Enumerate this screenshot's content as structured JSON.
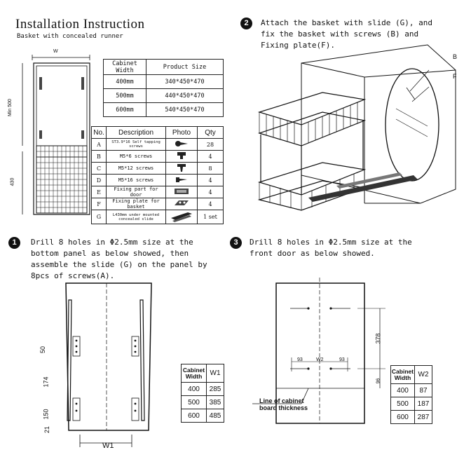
{
  "header": {
    "title": "Installation Instruction",
    "subtitle": "Basket with concealed runner"
  },
  "front_view": {
    "width_label": "W",
    "min_label": "Min 500",
    "height_label": "430"
  },
  "size_table": {
    "headers": [
      "Cabinet Width",
      "Product Size"
    ],
    "rows": [
      [
        "400mm",
        "340*450*470"
      ],
      [
        "500mm",
        "440*450*470"
      ],
      [
        "600mm",
        "540*450*470"
      ]
    ]
  },
  "parts_table": {
    "headers": [
      "No.",
      "Description",
      "Photo",
      "Qty"
    ],
    "rows": [
      {
        "no": "A",
        "desc": "ST3.9*16 Self tapping screws",
        "qty": "28"
      },
      {
        "no": "B",
        "desc": "M5*6 screws",
        "qty": "4"
      },
      {
        "no": "C",
        "desc": "M5*12 screws",
        "qty": "8"
      },
      {
        "no": "D",
        "desc": "M5*16 screws",
        "qty": "4"
      },
      {
        "no": "E",
        "desc": "Fixing part for door",
        "qty": "4"
      },
      {
        "no": "F",
        "desc": "Fixing plate for basket",
        "qty": "4"
      },
      {
        "no": "G",
        "desc": "L430mm under mounted concealed slide",
        "qty": "1 set"
      }
    ]
  },
  "step2": {
    "number": "2",
    "line1": "Attach the basket with slide (G), and",
    "line2": "fix the basket with screws (B) and",
    "line3": "Fixing plate(F).",
    "label_b": "B",
    "label_f": "F"
  },
  "step1": {
    "number": "1",
    "line1": "Drill 8 holes in Φ2.5mm size at the",
    "line2": "bottom panel as below showed, then",
    "line3": "assemble the slide (G) on the panel by",
    "line4": "8pcs of screws(A).",
    "dim_50": "50",
    "dim_174": "174",
    "dim_150": "150",
    "dim_21": "21",
    "w1_label": "W1"
  },
  "step3": {
    "number": "3",
    "line1": "Drill 8 holes in Φ2.5mm size at the",
    "line2": "front door as below showed.",
    "dim_378": "378",
    "dim_93a": "93",
    "dim_93b": "93",
    "dim_w2": "W2",
    "dim_96": "96",
    "board_line1": "Line of cabinet",
    "board_line2": "board thickness"
  },
  "w1_table": {
    "headers": [
      "Cabinet Width",
      "W1"
    ],
    "rows": [
      [
        "400",
        "285"
      ],
      [
        "500",
        "385"
      ],
      [
        "600",
        "485"
      ]
    ]
  },
  "w2_table": {
    "headers": [
      "Cabinet Width",
      "W2"
    ],
    "rows": [
      [
        "400",
        "87"
      ],
      [
        "500",
        "187"
      ],
      [
        "600",
        "287"
      ]
    ]
  }
}
